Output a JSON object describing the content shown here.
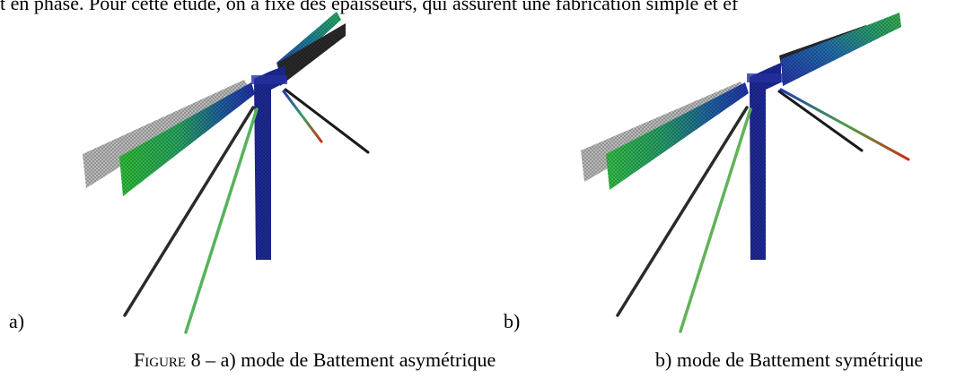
{
  "top_text": "t en phase. Pour cette étude, on a fixé des épaisseurs, qui assurent une fabrication simple et ef",
  "figure": {
    "panels": [
      {
        "label": "a)",
        "description_colors": [
          "#2a3bbf",
          "#2bb24a",
          "#d12a1c"
        ]
      },
      {
        "label": "b)",
        "description_colors": [
          "#2a3bbf",
          "#2bb24a",
          "#d12a1c"
        ]
      }
    ],
    "caption_prefix": "Figure 8",
    "caption_dash": "–",
    "caption_a": "a) mode de Battement asymétrique",
    "caption_b": "b) mode de Battement symétrique"
  }
}
